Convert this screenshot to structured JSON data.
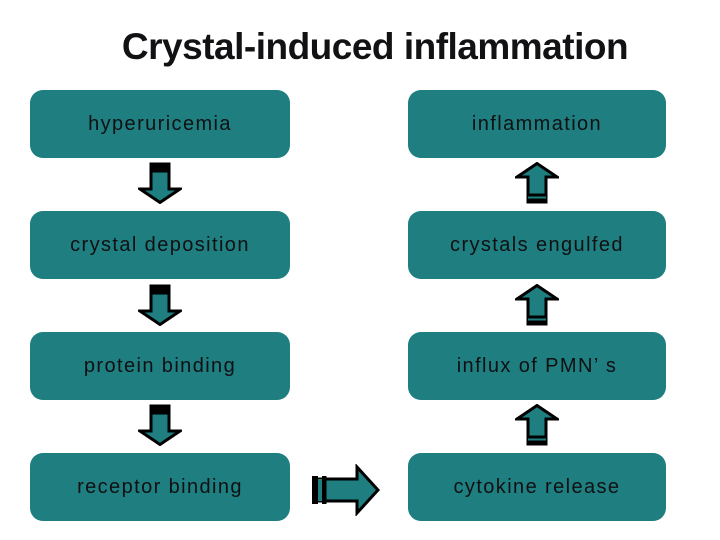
{
  "title": "Crystal-induced inflammation",
  "colors": {
    "box_fill": "#1e7e80",
    "arrow_fill": "#1e7e80",
    "arrow_outline": "#000000",
    "title_text": "#121214",
    "box_text": "#101012",
    "background": "#ffffff"
  },
  "columns": {
    "left": {
      "boxes": [
        "hyperuricemia",
        "crystal deposition",
        "protein binding",
        "receptor binding"
      ],
      "arrow_icon": "down-arrow-icon"
    },
    "right": {
      "boxes": [
        "inflammation",
        "crystals engulfed",
        "influx of PMN’ s",
        "cytokine release"
      ],
      "arrow_icon": "up-arrow-icon"
    }
  },
  "connector_icon": "right-arrow-icon"
}
